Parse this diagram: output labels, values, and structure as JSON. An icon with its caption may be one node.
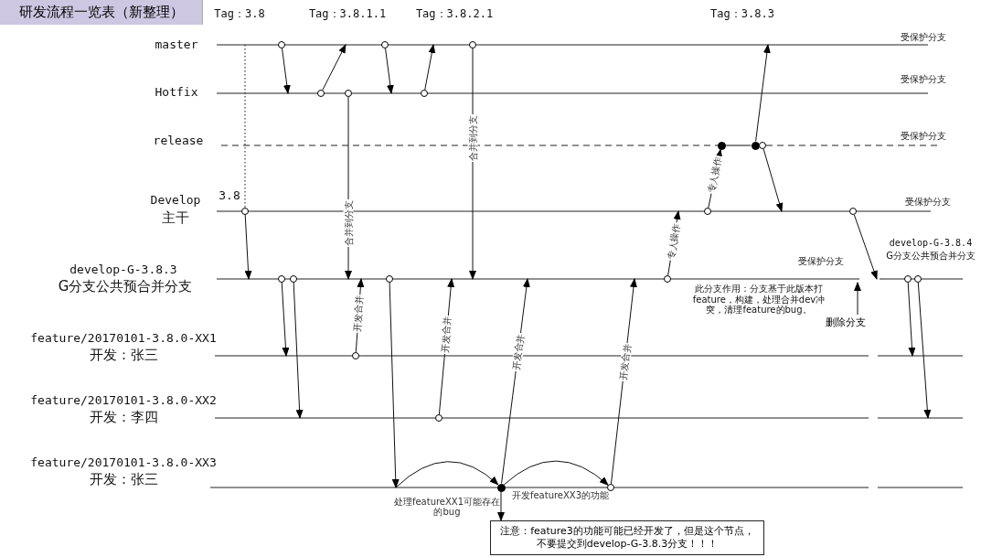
{
  "diagram": {
    "nodes": [
      {
        "text": [
          "研发流程一览表（新整理）"
        ]
      },
      {
        "text": [],
        "shape": "circle"
      },
      {
        "text": [],
        "shape": "circle"
      },
      {
        "text": [],
        "shape": "circle"
      },
      {
        "text": [],
        "shape": "circle"
      },
      {
        "text": [],
        "shape": "circle"
      },
      {
        "text": [],
        "shape": "circle"
      },
      {
        "text": [],
        "shape": "circle"
      },
      {
        "text": [],
        "shape": "circle"
      },
      {
        "text": [],
        "shape": "circle"
      },
      {
        "text": [],
        "shape": "circle"
      },
      {
        "text": [],
        "shape": "circle"
      },
      {
        "text": [],
        "shape": "circle"
      },
      {
        "text": [],
        "shape": "circle"
      },
      {
        "text": [],
        "shape": "circle"
      },
      {
        "text": [],
        "shape": "circle"
      },
      {
        "text": [],
        "shape": "circle"
      },
      {
        "text": [],
        "shape": "circle"
      },
      {
        "text": [],
        "shape": "circle"
      },
      {
        "text": [],
        "shape": "circle"
      },
      {
        "text": [],
        "shape": "circle"
      },
      {
        "text": [],
        "shape": "circle"
      },
      {
        "text": [],
        "shape": "circle"
      },
      {
        "text": [
          "删除分支"
        ]
      },
      {
        "text": [
          "注意：feature3的功能可能已经开发了，但是这个节点，不要提交到develop-G-3.8.3分支！！！"
        ]
      }
    ],
    "edges": [
      {
        "from": 3,
        "to": null,
        "arrow": "to"
      },
      {
        "from": 5,
        "to": null,
        "arrow": "to"
      },
      {
        "from": 9,
        "to": null,
        "arrow": "to"
      },
      {
        "from": 10,
        "to": null,
        "arrow": "to"
      },
      {
        "from": 6,
        "to": null,
        "arrow": "to",
        "label": "合并到分支"
      },
      {
        "from": 12,
        "to": null,
        "arrow": "to",
        "label": "合并到分支"
      },
      {
        "from": null,
        "to": 1,
        "arrow": "none",
        "style": "dashed"
      },
      {
        "from": 1,
        "to": null,
        "arrow": "to"
      },
      {
        "from": 2,
        "to": null,
        "arrow": "to"
      },
      {
        "from": 4,
        "to": null,
        "arrow": "to"
      },
      {
        "from": 7,
        "to": null,
        "arrow": "to",
        "label": "开发合并"
      },
      {
        "from": 8,
        "to": null,
        "arrow": "to"
      },
      {
        "from": 11,
        "to": null,
        "arrow": "to",
        "label": "开发合并"
      },
      {
        "from": null,
        "to": 13,
        "arrow": "to",
        "label": "处理featureXX1可能存在的bug"
      },
      {
        "from": 13,
        "to": null,
        "arrow": "to",
        "label": "开发合并"
      },
      {
        "from": 13,
        "to": 14,
        "arrow": "to",
        "label": "开发featureXX3的功能"
      },
      {
        "from": 14,
        "to": null,
        "arrow": "to",
        "label": "开发合并"
      },
      {
        "from": 13,
        "to": 24,
        "arrow": "to"
      },
      {
        "from": 15,
        "to": null,
        "arrow": "to",
        "label": "专人操作"
      },
      {
        "from": 16,
        "to": 17,
        "arrow": "to",
        "label": "专人操作"
      },
      {
        "from": 17,
        "to": 18,
        "arrow": "none"
      },
      {
        "from": 18,
        "to": null,
        "arrow": "to"
      },
      {
        "from": 19,
        "to": null,
        "arrow": "to"
      },
      {
        "from": 20,
        "to": null,
        "arrow": "to"
      },
      {
        "from": 21,
        "to": null,
        "arrow": "to"
      },
      {
        "from": 22,
        "to": null,
        "arrow": "to"
      },
      {
        "from": 23,
        "to": null,
        "arrow": "to"
      }
    ],
    "labels": [
      "Tag：3.8",
      "Tag：3.8.1.1",
      "Tag：3.8.2.1",
      "Tag：3.8.3",
      "受保护分支",
      "master",
      "受保护分支",
      "Hotfix",
      "release",
      "受保护分支",
      "3.8",
      "Develop",
      "主干",
      "受保护分支",
      "develop-G-3.8.4",
      "G分支公共预合并分支",
      "受保护分支",
      "develop-G-3.8.3",
      "G分支公共预合并分支",
      "此分支作用：分支基于此版本打feature，构建，处理合并dev冲突，清理feature的bug。",
      "feature/20170101-3.8.0-XX1",
      "开发：张三",
      "feature/20170101-3.8.0-XX2",
      "开发：李四",
      "feature/20170101-3.8.0-XX3",
      "开发：张三"
    ]
  }
}
